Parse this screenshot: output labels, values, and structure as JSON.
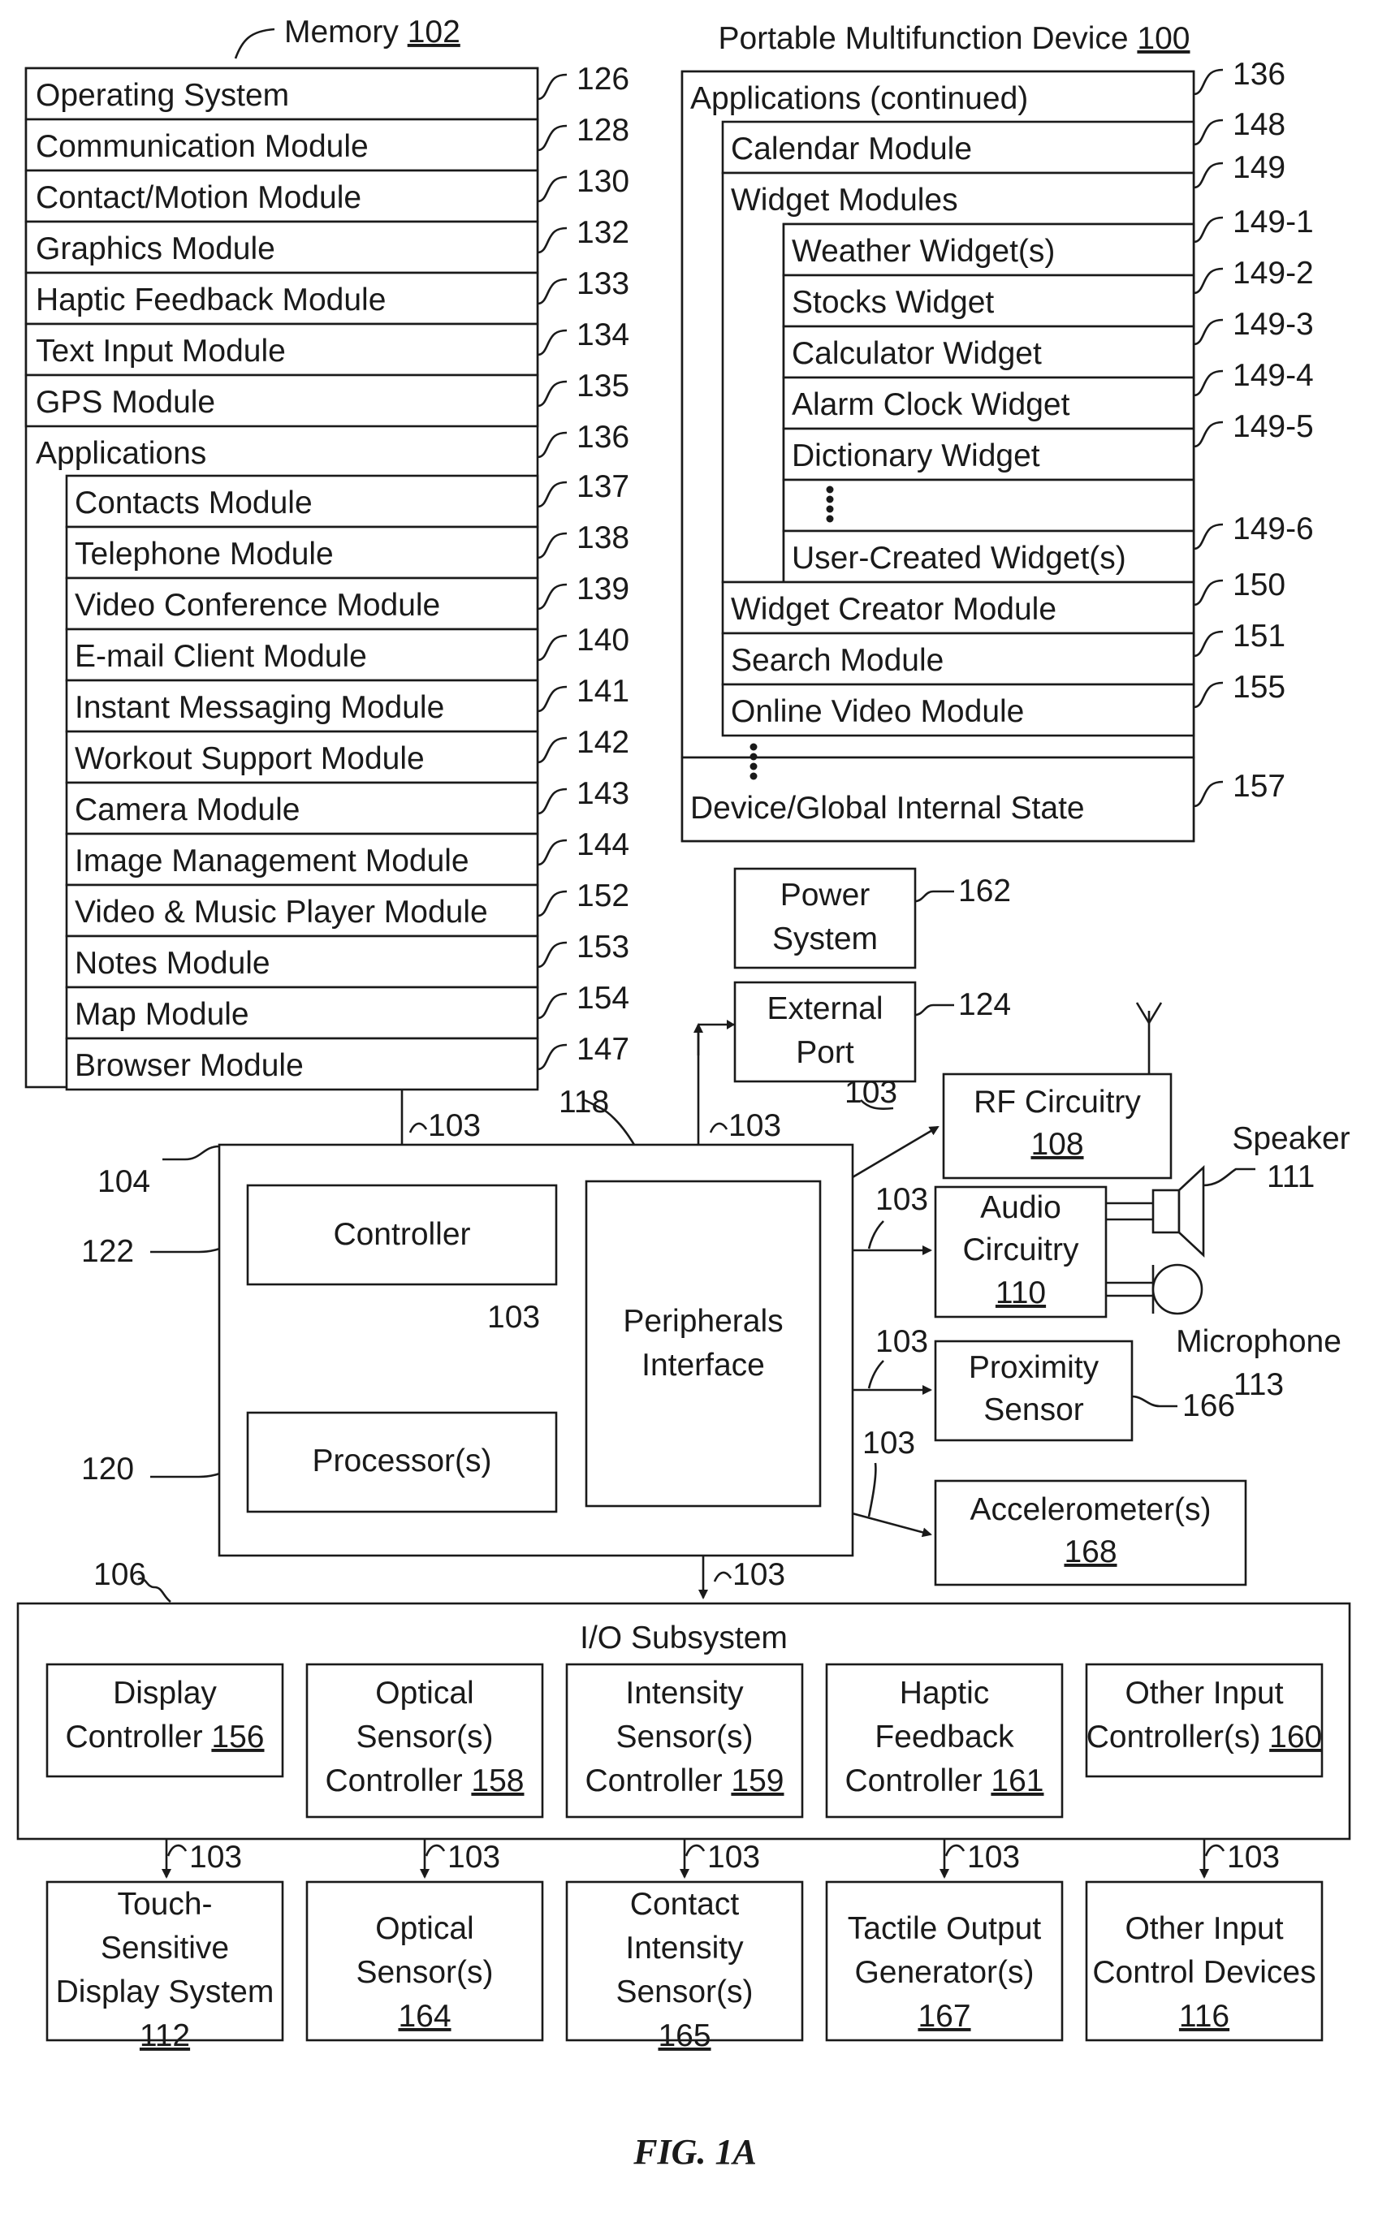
{
  "memory": {
    "title": "Memory",
    "ref": "102",
    "rows": [
      {
        "label": "Operating System",
        "ref": "126"
      },
      {
        "label": "Communication Module",
        "ref": "128"
      },
      {
        "label": "Contact/Motion Module",
        "ref": "130"
      },
      {
        "label": "Graphics Module",
        "ref": "132"
      },
      {
        "label": "Haptic Feedback Module",
        "ref": "133"
      },
      {
        "label": "Text Input Module",
        "ref": "134"
      },
      {
        "label": "GPS Module",
        "ref": "135"
      },
      {
        "label": "Applications",
        "ref": "136"
      }
    ],
    "apps": [
      {
        "label": "Contacts Module",
        "ref": "137"
      },
      {
        "label": "Telephone Module",
        "ref": "138"
      },
      {
        "label": "Video Conference Module",
        "ref": "139"
      },
      {
        "label": "E-mail Client Module",
        "ref": "140"
      },
      {
        "label": "Instant Messaging Module",
        "ref": "141"
      },
      {
        "label": "Workout Support Module",
        "ref": "142"
      },
      {
        "label": "Camera Module",
        "ref": "143"
      },
      {
        "label": "Image Management Module",
        "ref": "144"
      },
      {
        "label": "Video & Music Player Module",
        "ref": "152"
      },
      {
        "label": "Notes Module",
        "ref": "153"
      },
      {
        "label": "Map Module",
        "ref": "154"
      },
      {
        "label": "Browser Module",
        "ref": "147"
      }
    ]
  },
  "device": {
    "title": "Portable Multifunction Device",
    "ref": "100",
    "apps_continued": {
      "label": "Applications (continued)",
      "ref": "136"
    },
    "calendar": {
      "label": "Calendar Module",
      "ref": "148"
    },
    "widget_modules": {
      "label": "Widget Modules",
      "ref": "149"
    },
    "widgets": [
      {
        "label": "Weather Widget(s)",
        "ref": "149-1"
      },
      {
        "label": "Stocks Widget",
        "ref": "149-2"
      },
      {
        "label": "Calculator Widget",
        "ref": "149-3"
      },
      {
        "label": "Alarm Clock Widget",
        "ref": "149-4"
      },
      {
        "label": "Dictionary Widget",
        "ref": "149-5"
      },
      {
        "label": "User-Created Widget(s)",
        "ref": "149-6"
      }
    ],
    "more_modules": [
      {
        "label": "Widget Creator Module",
        "ref": "150"
      },
      {
        "label": "Search Module",
        "ref": "151"
      },
      {
        "label": "Online Video Module",
        "ref": "155"
      }
    ],
    "state": {
      "label": "Device/Global Internal State",
      "ref": "157"
    }
  },
  "power": {
    "lines": [
      "Power",
      "System"
    ],
    "ref": "162"
  },
  "external_port": {
    "lines": [
      "External",
      "Port"
    ],
    "ref": "124"
  },
  "core": {
    "ref": "104",
    "controller": {
      "label": "Controller",
      "ref": "122"
    },
    "processor": {
      "label": "Processor(s)",
      "ref": "120"
    },
    "peripherals": {
      "lines": [
        "Peripherals",
        "Interface"
      ],
      "ref": "118"
    }
  },
  "bus_label": "103",
  "rf": {
    "label": "RF Circuitry",
    "ref": "108"
  },
  "audio": {
    "lines": [
      "Audio",
      "Circuitry"
    ],
    "ref": "110"
  },
  "speaker": {
    "label": "Speaker",
    "ref": "111"
  },
  "microphone": {
    "label": "Microphone",
    "ref": "113"
  },
  "proximity": {
    "lines": [
      "Proximity",
      "Sensor"
    ],
    "ref": "166"
  },
  "accelerometer": {
    "label": "Accelerometer(s)",
    "ref": "168"
  },
  "io": {
    "title": "I/O Subsystem",
    "ref": "106",
    "controllers": [
      {
        "lines": [
          "Display",
          "Controller"
        ],
        "ref": "156"
      },
      {
        "lines": [
          "Optical",
          "Sensor(s)",
          "Controller"
        ],
        "ref": "158"
      },
      {
        "lines": [
          "Intensity",
          "Sensor(s)",
          "Controller"
        ],
        "ref": "159"
      },
      {
        "lines": [
          "Haptic",
          "Feedback",
          "Controller"
        ],
        "ref": "161"
      },
      {
        "lines": [
          "Other Input",
          "Controller(s)"
        ],
        "ref": "160"
      }
    ]
  },
  "devices": [
    {
      "lines": [
        "Touch-",
        "Sensitive",
        "Display System"
      ],
      "ref": "112"
    },
    {
      "lines": [
        "Optical",
        "Sensor(s)"
      ],
      "ref": "164"
    },
    {
      "lines": [
        "Contact",
        "Intensity",
        "Sensor(s)"
      ],
      "ref": "165"
    },
    {
      "lines": [
        "Tactile Output",
        "Generator(s)"
      ],
      "ref": "167"
    },
    {
      "lines": [
        "Other Input",
        "Control Devices"
      ],
      "ref": "116"
    }
  ],
  "figure_label": "FIG. 1A"
}
